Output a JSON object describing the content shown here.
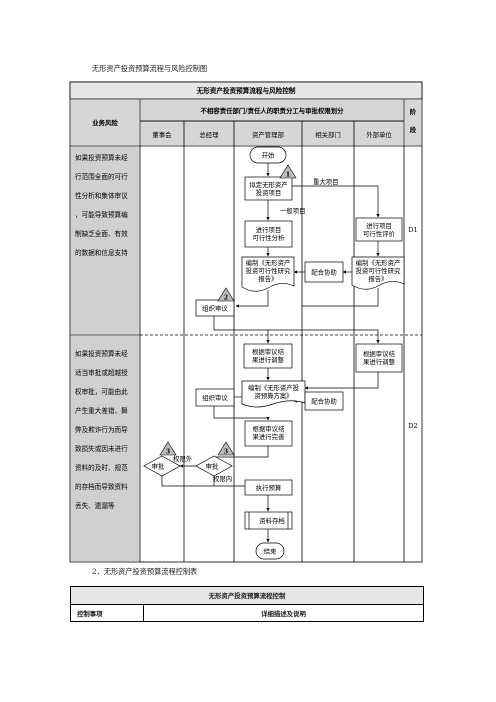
{
  "doc": {
    "section1_caption": "无形资产投资预算流程与风险控制图",
    "section2_caption": "2．无形资产投资预算流程控制表"
  },
  "flowchart": {
    "title": "无形资产投资预算流程与风险控制",
    "risk_header": "业务风险",
    "division_header": "不相容责任部门/责任人的职责分工与审批权限划分",
    "stage_header": "阶段",
    "columns": [
      "董事会",
      "总经理",
      "资产管理部",
      "相关部门",
      "外部单位"
    ],
    "risk_texts": [
      "如果投资预算未经行范围全面的可行性分析和集体审议，可能导致预算编制缺乏全面、有效的数据和信息支持",
      "如果投资预算未经适当审批或超越授权审批，可能由此产生重大差错、舞弊及欺诈行为而导致损失或因未进行资料的及时、规范的存档而导致资料丢失、遗漏等"
    ],
    "stages": [
      "D1",
      "D2"
    ],
    "nodes": {
      "start": "开始",
      "draft": "拟定无形资产投资项目",
      "feasibility": "进行项目可行性分析",
      "external_eval": "进行项目可行性评价",
      "report_a": "编制《无形资产投资可行性研究报告》",
      "coop_a": "配合协助",
      "report_b": "编制《无形资产投资可行性研究报告》",
      "organize_a": "组织审议",
      "adjust_a": "根据审议结果进行调整",
      "adjust_b": "根据审议结果进行调整",
      "plan": "编制《无形资产投资预算方案》",
      "organize_b": "组织审议",
      "coop_b": "配合协助",
      "refine": "根据审议结果进行完善",
      "approve_a": "审批",
      "approve_b": "审批",
      "execute": "执行预算",
      "archive": "资料存档",
      "end": "结束"
    },
    "edge_labels": {
      "major": "重大项目",
      "general": "一般项目",
      "beyond": "权限外",
      "within": "权限内"
    },
    "markers": [
      "1",
      "2",
      "3",
      "3"
    ]
  },
  "control_table": {
    "title": "无形资产投资预算流程控制",
    "col1": "控制事项",
    "col2": "详细描述及说明"
  }
}
